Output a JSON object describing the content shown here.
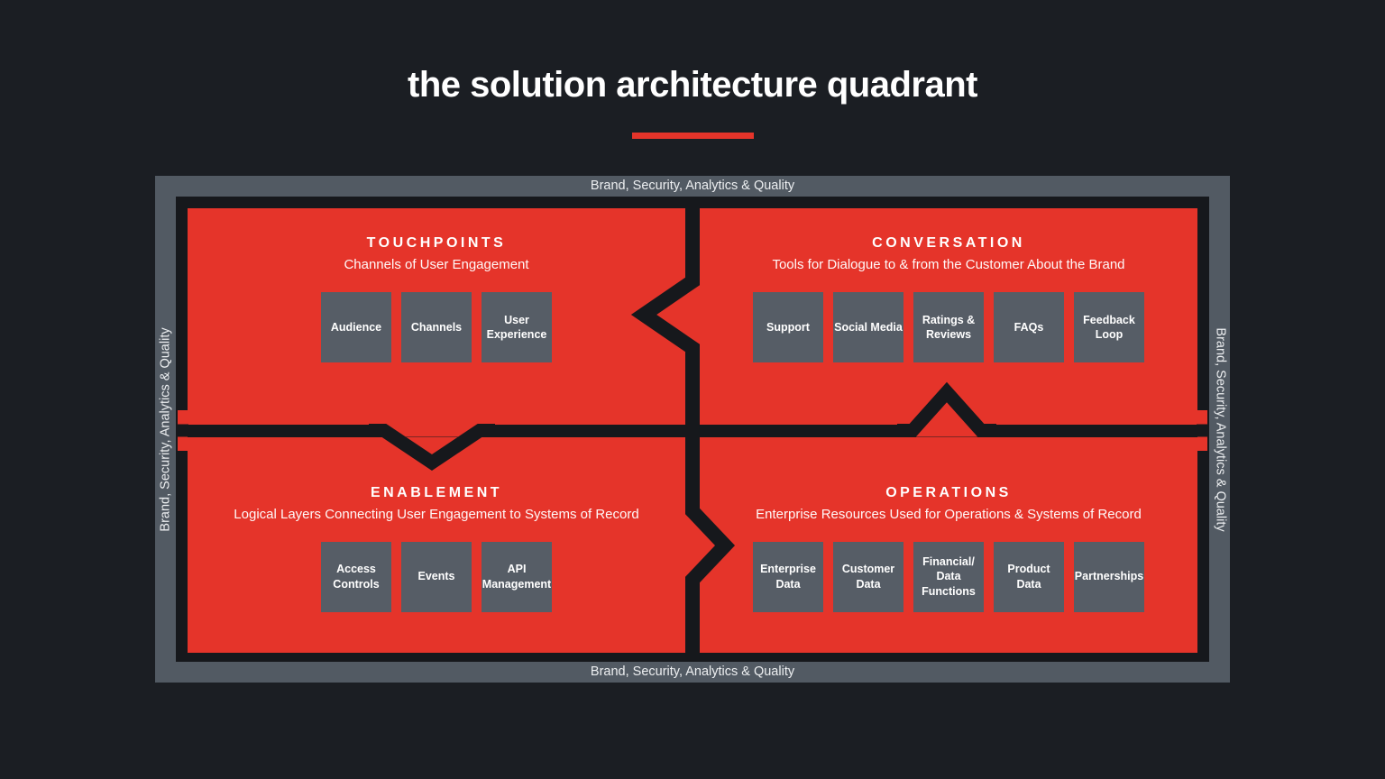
{
  "title": "the solution architecture quadrant",
  "border_label": "Brand, Security, Analytics & Quality",
  "colors": {
    "bg": "#1b1e23",
    "dark": "#16181c",
    "frame": "#525a63",
    "red": "#e5342a",
    "box": "#565d66",
    "text": "#ffffff"
  },
  "quadrants": [
    {
      "id": "touchpoints",
      "heading": "TOUCHPOINTS",
      "subtitle": "Channels of User Engagement",
      "boxes": [
        "Audience",
        "Channels",
        "User\nExperience"
      ]
    },
    {
      "id": "conversation",
      "heading": "CONVERSATION",
      "subtitle": "Tools for Dialogue to & from the Customer About the Brand",
      "boxes": [
        "Support",
        "Social Media",
        "Ratings &\nReviews",
        "FAQs",
        "Feedback\nLoop"
      ]
    },
    {
      "id": "enablement",
      "heading": "ENABLEMENT",
      "subtitle": "Logical Layers Connecting User Engagement to Systems of Record",
      "boxes": [
        "Access\nControls",
        "Events",
        "API\nManagement"
      ]
    },
    {
      "id": "operations",
      "heading": "OPERATIONS",
      "subtitle": "Enterprise Resources Used for Operations & Systems of Record",
      "boxes": [
        "Enterprise\nData",
        "Customer\nData",
        "Financial/\nData\nFunctions",
        "Product\nData",
        "Partnerships"
      ]
    }
  ],
  "flow_arrows": [
    {
      "from": "conversation",
      "to": "touchpoints",
      "direction": "left"
    },
    {
      "from": "touchpoints",
      "to": "enablement",
      "direction": "down"
    },
    {
      "from": "operations",
      "to": "conversation",
      "direction": "up"
    },
    {
      "from": "enablement",
      "to": "operations",
      "direction": "right"
    }
  ]
}
